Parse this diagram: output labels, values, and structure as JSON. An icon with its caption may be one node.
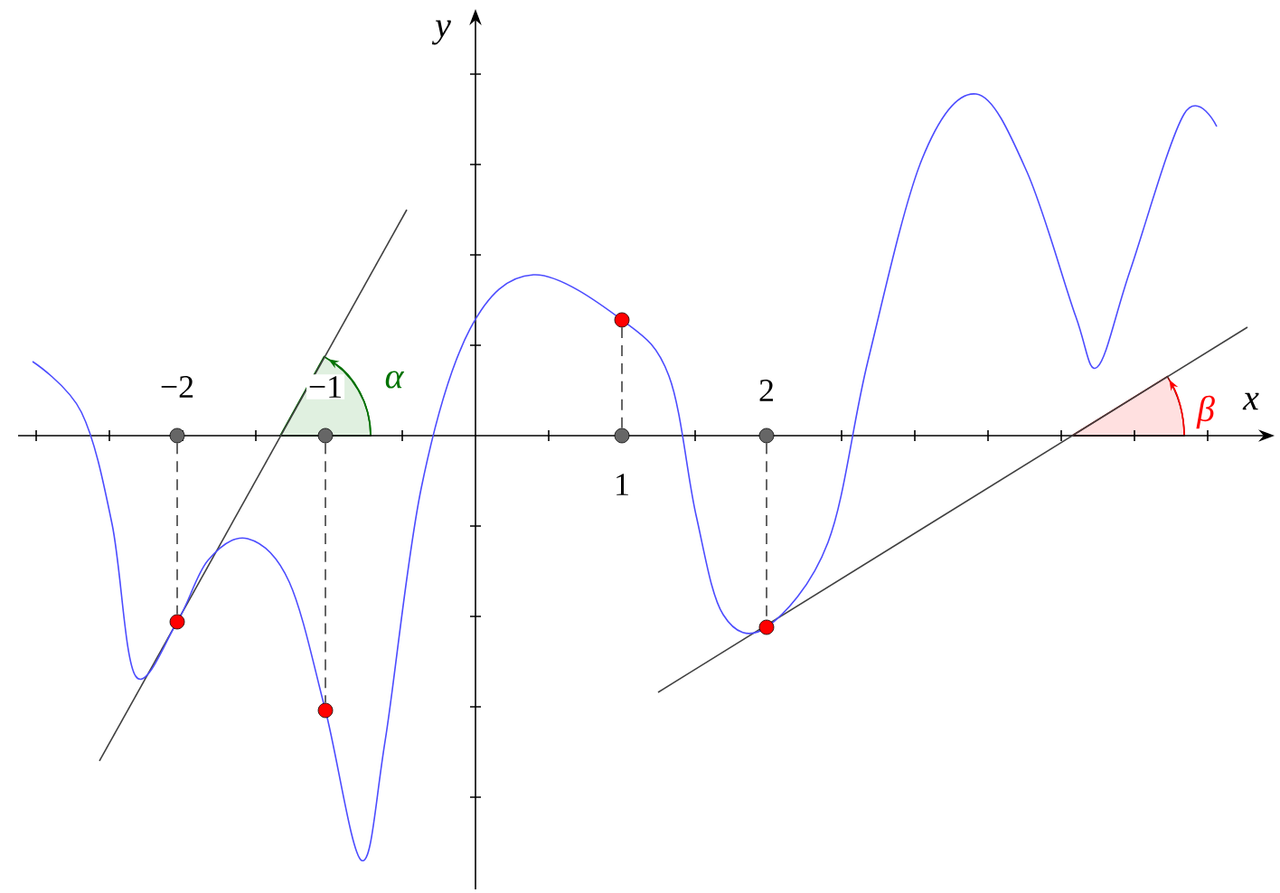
{
  "diagram": {
    "nodes": [
      {
        "text": [],
        "shape": "circle",
        "beside": [
          "−2"
        ]
      },
      {
        "text": [],
        "shape": "circle",
        "beside": [
          "−1"
        ]
      },
      {
        "text": [],
        "shape": "circle",
        "beside": [
          "1"
        ]
      },
      {
        "text": [],
        "shape": "circle",
        "beside": [
          "2"
        ]
      },
      {
        "text": [],
        "shape": "circle"
      },
      {
        "text": [],
        "shape": "circle"
      },
      {
        "text": [],
        "shape": "circle"
      },
      {
        "text": [],
        "shape": "circle"
      }
    ],
    "edges": [
      {
        "from": 0,
        "to": 4,
        "arrow": "none",
        "style": "dashed"
      },
      {
        "from": 1,
        "to": 5,
        "arrow": "none",
        "style": "dashed"
      },
      {
        "from": 2,
        "to": 6,
        "arrow": "none",
        "style": "dashed"
      },
      {
        "from": 3,
        "to": 7,
        "arrow": "none",
        "style": "dashed"
      }
    ],
    "labels": [
      "y",
      "α",
      "x",
      "β"
    ]
  }
}
